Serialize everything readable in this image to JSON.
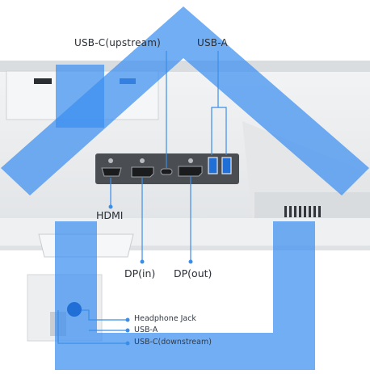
{
  "labels": {
    "usb_c_upstream": "USB-C(upstream)",
    "usb_a_top": "USB-A",
    "hdmi": "HDMI",
    "dp_in": "DP(in)",
    "dp_out": "DP(out)",
    "headphone_jack": "Headphone Jack",
    "usb_a_side": "USB-A",
    "usb_c_downstream": "USB-C(downstream)"
  },
  "colors": {
    "callout_line": "#3a8ee8",
    "overlay_blue": "#3b8ff0",
    "port_panel": "#4a4d52",
    "usb_blue": "#1f6fd6",
    "monitor_body": "#e9ebed"
  },
  "icons": [
    "home-overlay-icon",
    "usb-a-port-icon",
    "hdmi-port-icon",
    "displayport-port-icon",
    "usb-c-port-icon",
    "headphone-jack-icon"
  ]
}
